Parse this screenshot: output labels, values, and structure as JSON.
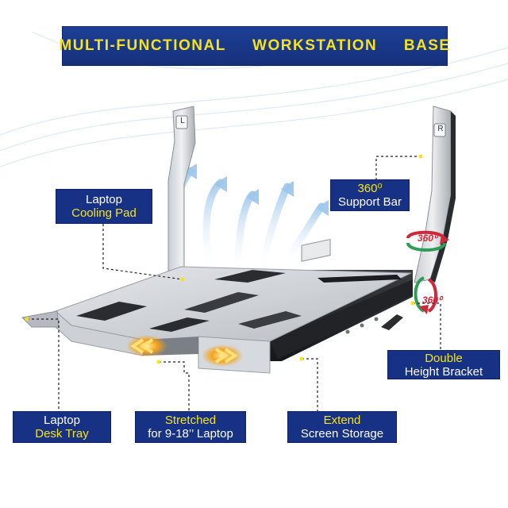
{
  "title": "MULTI-FUNCTIONAL  WORKSTATION  BASE",
  "callouts": {
    "cooling_pad": {
      "line1": "Laptop",
      "line2": "Cooling Pad"
    },
    "support_bar": {
      "line1": "360⁰",
      "line2": "Support Bar"
    },
    "double_bracket": {
      "line1": "Double",
      "line2": "Height Bracket"
    },
    "desk_tray": {
      "line1": "Laptop",
      "line2": "Desk Tray"
    },
    "stretched": {
      "line1": "Stretched",
      "line2": "for 9-18’’ Laptop"
    },
    "extend_storage": {
      "line1": "Extend",
      "line2": "Screen Storage"
    }
  },
  "rotation_labels": {
    "upper": "360⁰",
    "lower": "360⁰"
  },
  "arm_labels": {
    "left": "L",
    "right": "R"
  },
  "colors": {
    "banner_bg": "#1b3a8f",
    "banner_text": "#f6e21e",
    "callout_bg": "#173284",
    "callout_highlight": "#f6e21e",
    "rotation_red": "#d0283a",
    "rotation_green": "#2e9e57",
    "glow_orange": "#f7a21b"
  }
}
